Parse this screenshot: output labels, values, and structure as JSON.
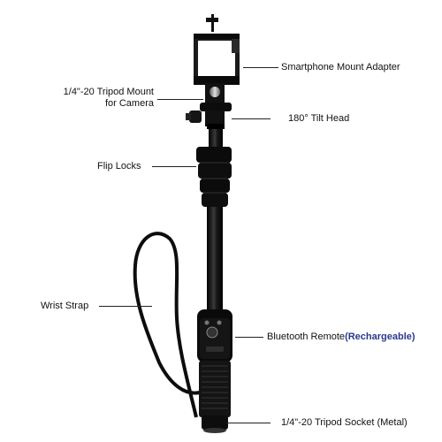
{
  "labels": {
    "mount_adapter": "Smartphone Mount Adapter",
    "tripod_mount_line1": "1/4\"-20 Tripod Mount",
    "tripod_mount_line2": "for Camera",
    "tilt_head": "180° Tilt Head",
    "flip_locks": "Flip Locks",
    "wrist_strap": "Wrist Strap",
    "bluetooth_remote": "Bluetooth Remote",
    "rechargeable_note": "(Rechargeable)",
    "tripod_socket": "1/4\"-20 Tripod Socket (Metal)"
  },
  "colors": {
    "background": "#ffffff",
    "text": "#111111",
    "note": "#2a3a8f",
    "stick": "#111111",
    "strap": "#0d0d0d"
  }
}
